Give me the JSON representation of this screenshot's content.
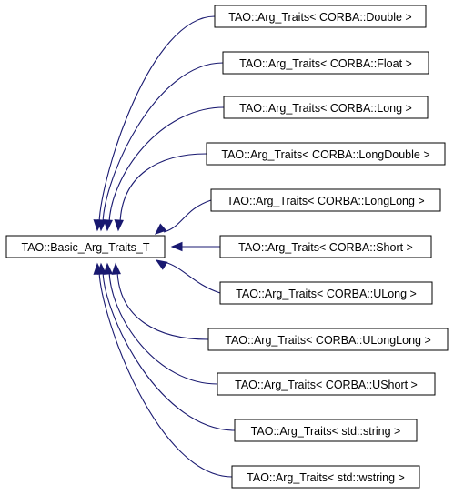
{
  "diagram": {
    "type": "inheritance-graph",
    "colors": {
      "edge": "#191970",
      "node_border": "#000000",
      "node_fill": "#ffffff"
    },
    "base": {
      "label": "TAO::Basic_Arg_Traits_T"
    },
    "derived": [
      {
        "label": "TAO::Arg_Traits< CORBA::Double >"
      },
      {
        "label": "TAO::Arg_Traits< CORBA::Float >"
      },
      {
        "label": "TAO::Arg_Traits< CORBA::Long >"
      },
      {
        "label": "TAO::Arg_Traits< CORBA::LongDouble >"
      },
      {
        "label": "TAO::Arg_Traits< CORBA::LongLong >"
      },
      {
        "label": "TAO::Arg_Traits< CORBA::Short >"
      },
      {
        "label": "TAO::Arg_Traits< CORBA::ULong >"
      },
      {
        "label": "TAO::Arg_Traits< CORBA::ULongLong >"
      },
      {
        "label": "TAO::Arg_Traits< CORBA::UShort >"
      },
      {
        "label": "TAO::Arg_Traits< std::string >"
      },
      {
        "label": "TAO::Arg_Traits< std::wstring >"
      }
    ]
  }
}
